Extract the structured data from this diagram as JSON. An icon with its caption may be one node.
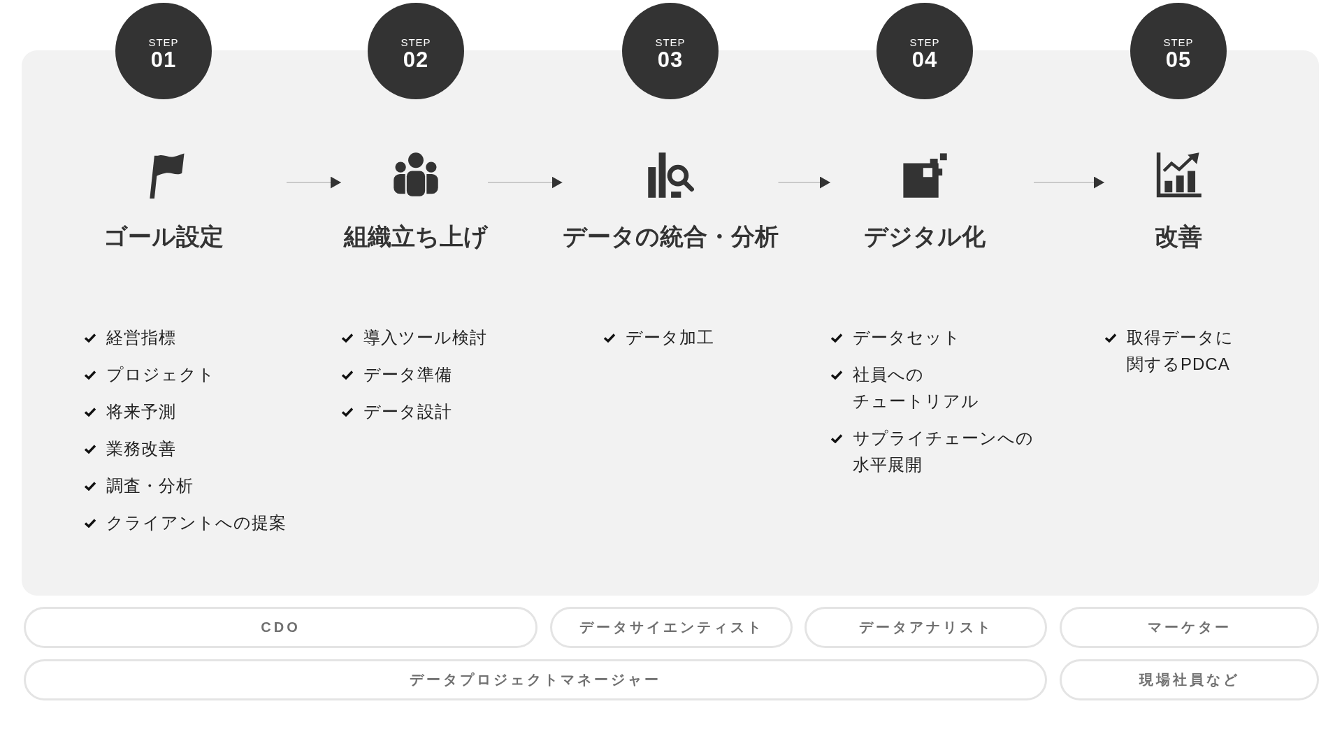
{
  "diagram": {
    "nodes": [
      {
        "text": [
          "STEP",
          "01",
          "ゴール設定",
          "経営指標",
          "プロジェクト",
          "将来予測",
          "業務改善",
          "調査・分析",
          "クライアントへの提案"
        ]
      },
      {
        "text": [
          "STEP",
          "02",
          "組織立ち上げ",
          "導入ツール検討",
          "データ準備",
          "データ設計"
        ]
      },
      {
        "text": [
          "STEP",
          "03",
          "データの統合・分析",
          "データ加工"
        ]
      },
      {
        "text": [
          "STEP",
          "04",
          "デジタル化",
          "データセット",
          "社員へのチュートリアル",
          "サプライチェーンへの水平展開"
        ]
      },
      {
        "text": [
          "STEP",
          "05",
          "改善",
          "取得データに関するPDCA"
        ]
      },
      {
        "text": [
          "CDO"
        ]
      },
      {
        "text": [
          "データサイエンティスト"
        ]
      },
      {
        "text": [
          "データアナリスト"
        ]
      },
      {
        "text": [
          "マーケター"
        ]
      },
      {
        "text": [
          "データプロジェクトマネージャー"
        ]
      },
      {
        "text": [
          "現場社員など"
        ]
      }
    ],
    "edges": [
      {
        "from": 0,
        "to": 1,
        "arrow": "to"
      },
      {
        "from": 1,
        "to": 2,
        "arrow": "to"
      },
      {
        "from": 2,
        "to": 3,
        "arrow": "to"
      },
      {
        "from": 3,
        "to": 4,
        "arrow": "to"
      }
    ]
  }
}
